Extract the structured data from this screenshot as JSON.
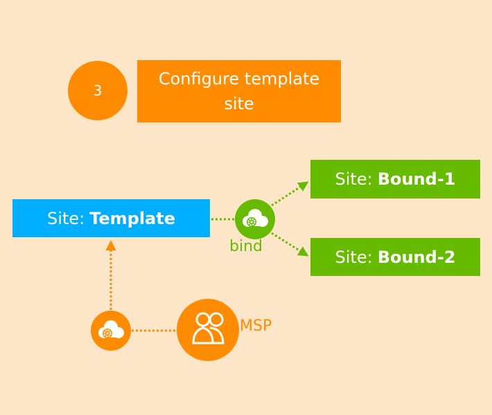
{
  "step": {
    "number": "3",
    "title": "Configure template site"
  },
  "sites": {
    "prefix": "Site:",
    "template": "Template",
    "bound1": "Bound-1",
    "bound2": "Bound-2"
  },
  "labels": {
    "bind": "bind",
    "msp": "MSP"
  },
  "icons": {
    "bind_node": "cloud-gear-icon",
    "config_node": "cloud-gear-icon",
    "msp_node": "msp-users-icon"
  },
  "colors": {
    "background": "#fde5c8",
    "orange": "#ff8c00",
    "blue": "#00aeff",
    "green": "#66bb00",
    "white": "#ffffff"
  }
}
